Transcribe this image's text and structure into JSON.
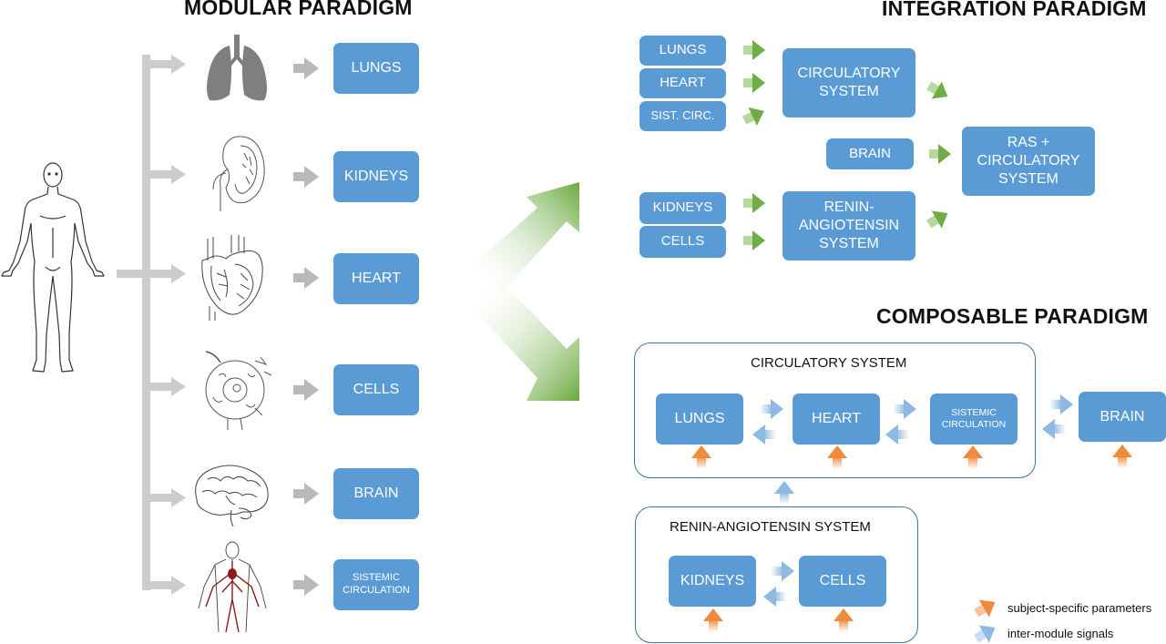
{
  "titles": {
    "modular": "MODULAR PARADIGM",
    "integration": "INTEGRATION PARADIGM",
    "composable": "COMPOSABLE PARADIGM"
  },
  "modular": {
    "modules": [
      "LUNGS",
      "KIDNEYS",
      "HEART",
      "CELLS",
      "BRAIN",
      "SISTEMIC\nCIRCULATION"
    ]
  },
  "integration": {
    "inputs_top": [
      "LUNGS",
      "HEART",
      "SIST. CIRC."
    ],
    "circulatory": "CIRCULATORY\nSYSTEM",
    "brain": "BRAIN",
    "ras_circ": "RAS +\nCIRCULATORY\nSYSTEM",
    "inputs_bottom": [
      "KIDNEYS",
      "CELLS"
    ],
    "ras": "RENIN-\nANGIOTENSIN\nSYSTEM"
  },
  "composable": {
    "circulatory_label": "CIRCULATORY SYSTEM",
    "lungs": "LUNGS",
    "heart": "HEART",
    "sistemic": "SISTEMIC\nCIRCULATION",
    "brain": "BRAIN",
    "ras_label": "RENIN-ANGIOTENSIN SYSTEM",
    "kidneys": "KIDNEYS",
    "cells": "CELLS"
  },
  "legend": {
    "params": "subject-specific parameters",
    "signals": "inter-module signals"
  },
  "colors": {
    "module_blue": "#5b9bd5",
    "panel_border": "#41719c",
    "green_arrow": "#70ad47",
    "orange_arrow": "#f4a460",
    "blue_arrow": "#9dc3e6",
    "gray_arrow": "#c8c8c8"
  },
  "icons": [
    "human-body-icon",
    "lungs-icon",
    "kidney-icon",
    "heart-icon",
    "cell-icon",
    "brain-icon",
    "circulation-icon"
  ]
}
